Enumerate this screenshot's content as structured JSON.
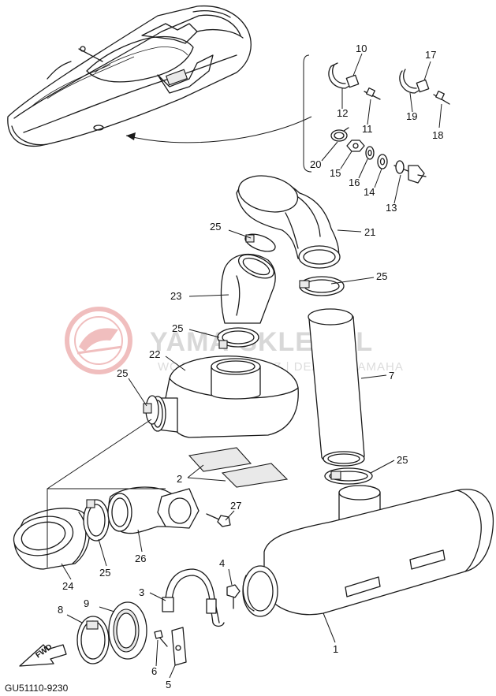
{
  "diagram": {
    "code": "GU51110-9230",
    "fwd_label": "FWD",
    "watermark": {
      "site": "YAMA-SKLEP.PL",
      "dealer": "WOJCIECH LOWICZ | DEALER YAMAHA"
    },
    "callouts": [
      {
        "id": "c1",
        "label": "1"
      },
      {
        "id": "c2",
        "label": "2"
      },
      {
        "id": "c3",
        "label": "3"
      },
      {
        "id": "c4",
        "label": "4"
      },
      {
        "id": "c5",
        "label": "5"
      },
      {
        "id": "c6",
        "label": "6"
      },
      {
        "id": "c7",
        "label": "7"
      },
      {
        "id": "c8",
        "label": "8"
      },
      {
        "id": "c9",
        "label": "9"
      },
      {
        "id": "c10",
        "label": "10"
      },
      {
        "id": "c11",
        "label": "11"
      },
      {
        "id": "c12",
        "label": "12"
      },
      {
        "id": "c13",
        "label": "13"
      },
      {
        "id": "c14",
        "label": "14"
      },
      {
        "id": "c15",
        "label": "15"
      },
      {
        "id": "c16",
        "label": "16"
      },
      {
        "id": "c17",
        "label": "17"
      },
      {
        "id": "c18",
        "label": "18"
      },
      {
        "id": "c19",
        "label": "19"
      },
      {
        "id": "c20",
        "label": "20"
      },
      {
        "id": "c21",
        "label": "21"
      },
      {
        "id": "c22",
        "label": "22"
      },
      {
        "id": "c23",
        "label": "23"
      },
      {
        "id": "c24",
        "label": "24"
      },
      {
        "id": "c25a",
        "label": "25"
      },
      {
        "id": "c25b",
        "label": "25"
      },
      {
        "id": "c25c",
        "label": "25"
      },
      {
        "id": "c25d",
        "label": "25"
      },
      {
        "id": "c25e",
        "label": "25"
      },
      {
        "id": "c25f",
        "label": "25"
      },
      {
        "id": "c26",
        "label": "26"
      },
      {
        "id": "c27",
        "label": "27"
      }
    ]
  }
}
